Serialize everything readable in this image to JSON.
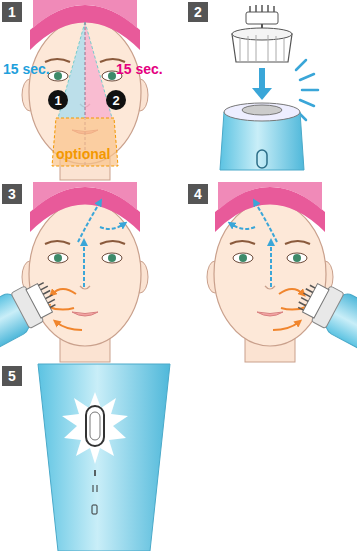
{
  "diagram": {
    "nodes": [
      {
        "text": [
          "1"
        ]
      },
      {
        "text": [
          "1"
        ]
      },
      {
        "text": [
          "2"
        ]
      },
      {
        "text": [
          "2"
        ]
      },
      {
        "text": [
          "3"
        ]
      },
      {
        "text": [
          "4"
        ]
      },
      {
        "text": [
          "5"
        ]
      }
    ],
    "labels": [
      "15 sec.",
      "15 sec.",
      "optional"
    ]
  }
}
